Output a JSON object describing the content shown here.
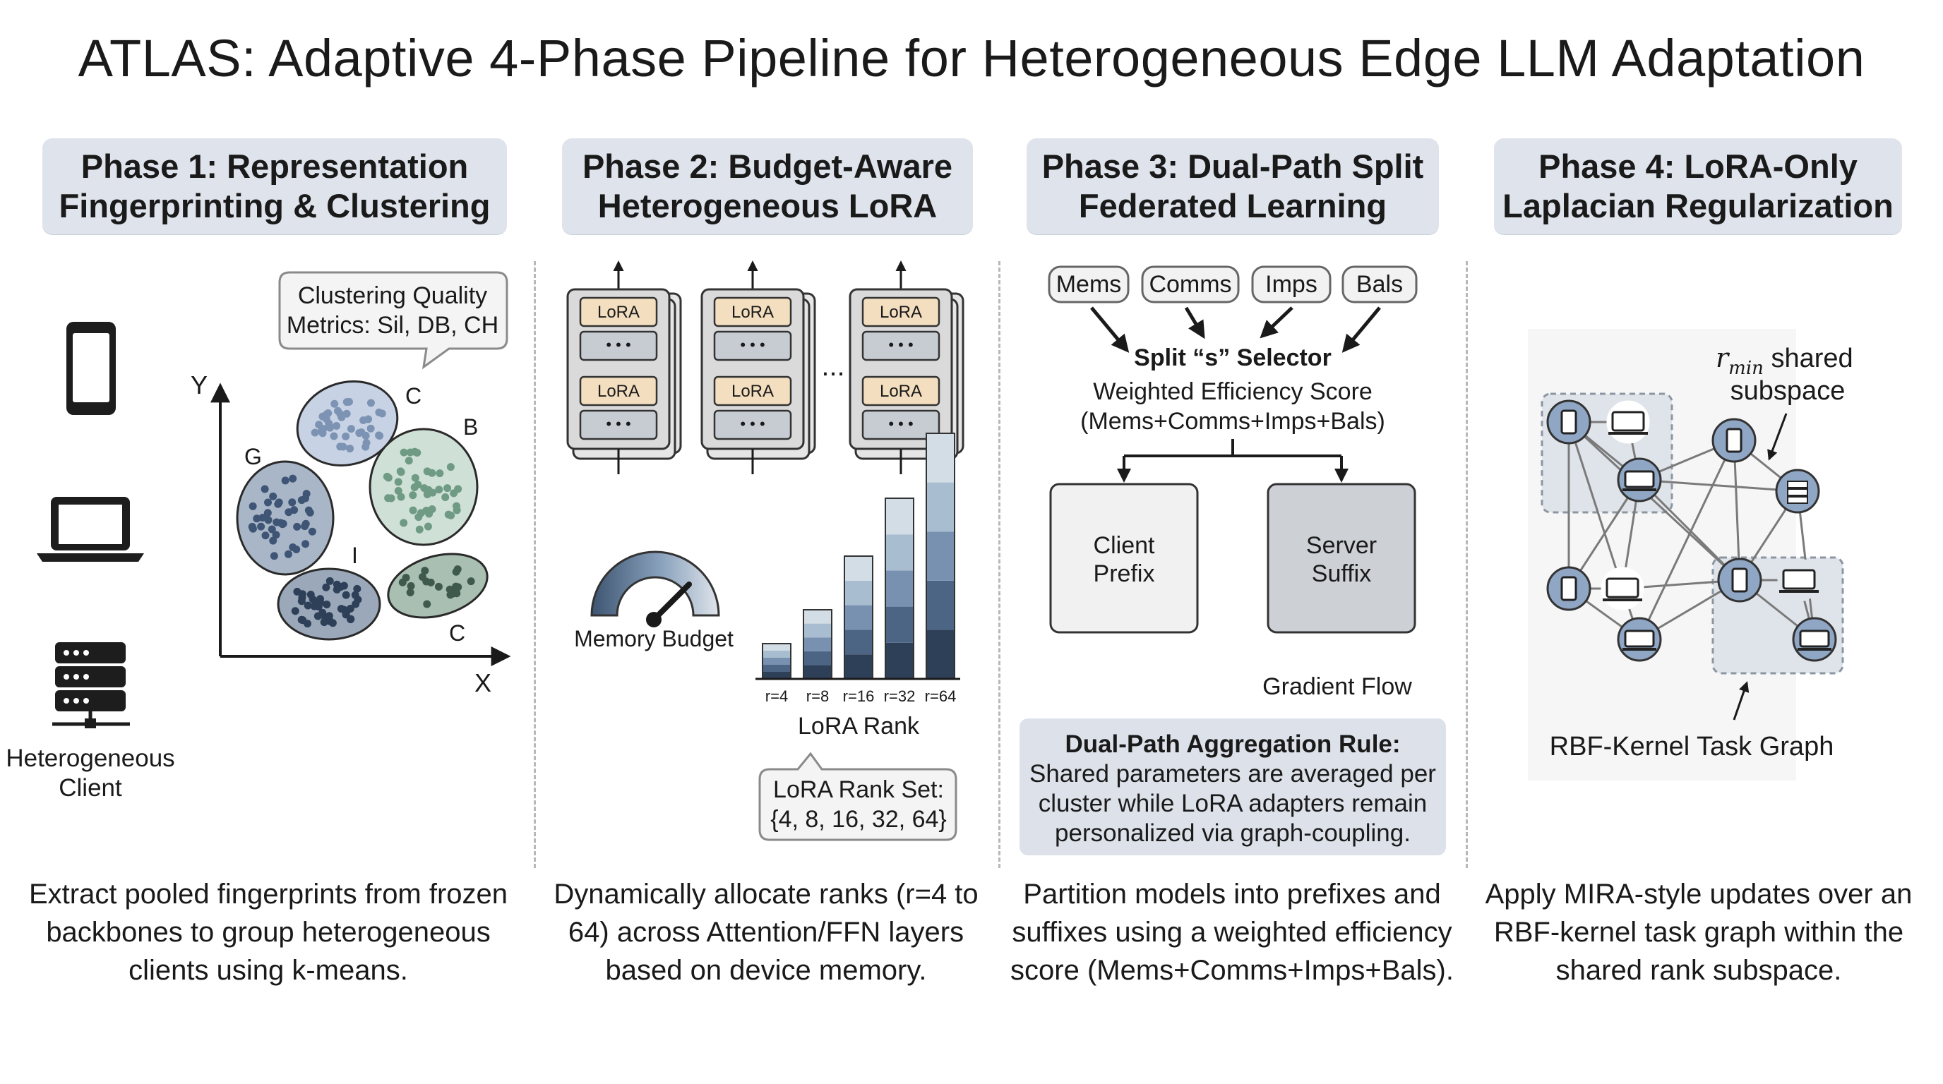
{
  "title": "ATLAS: Adaptive 4-Phase Pipeline for Heterogeneous Edge LLM Adaptation",
  "phases": [
    {
      "header": [
        "Phase 1: Representation",
        "Fingerprinting & Clustering"
      ],
      "caption": [
        "Extract pooled fingerprints from frozen",
        "backbones to group heterogeneous",
        "clients using k-means."
      ]
    },
    {
      "header": [
        "Phase 2: Budget-Aware",
        "Heterogeneous LoRA"
      ],
      "caption": [
        "Dynamically allocate ranks (r=4 to",
        "64) across Attention/FFN layers",
        "based on device memory."
      ]
    },
    {
      "header": [
        "Phase 3: Dual-Path Split",
        "Federated Learning"
      ],
      "caption": [
        "Partition models into prefixes and",
        "suffixes using a weighted efficiency",
        "score (Mems+Comms+Imps+Bals)."
      ]
    },
    {
      "header": [
        "Phase 4: LoRA-Only",
        "Laplacian Regularization"
      ],
      "caption": [
        "Apply MIRA-style updates over an",
        "RBF-kernel task graph within the",
        "shared rank subspace."
      ]
    }
  ],
  "phase1": {
    "client_label": [
      "Heterogeneous",
      "Client"
    ],
    "device_icons": [
      "smartphone-icon",
      "laptop-icon",
      "server-icon"
    ],
    "axis_y": "Y",
    "axis_x": "X",
    "callout": [
      "Clustering Quality",
      "Metrics: Sil, DB, CH"
    ],
    "cluster_labels": [
      "C",
      "B",
      "G",
      "I",
      "C"
    ]
  },
  "phase2": {
    "lora_label": "LoRA",
    "ellipsis": "...",
    "gauge_label": "Memory Budget",
    "rank_ticks": [
      "r=4",
      "r=8",
      "r=16",
      "r=32",
      "r=64"
    ],
    "rank_axis_label": "LoRA Rank",
    "rank_set": [
      "LoRA Rank Set:",
      "{4, 8, 16, 32, 64}"
    ]
  },
  "phase3": {
    "chips": [
      "Mems",
      "Comms",
      "Imps",
      "Bals"
    ],
    "selector": "Split “s” Selector",
    "score": [
      "Weighted Efficiency Score",
      "(Mems+Comms+Imps+Bals)"
    ],
    "client_box": [
      "Client",
      "Prefix"
    ],
    "server_box": [
      "Server",
      "Suffix"
    ],
    "gradient_flow": "Gradient Flow",
    "rule_title": "Dual-Path Aggregation Rule:",
    "rule_text": [
      "Shared parameters are averaged per",
      "cluster while LoRA adapters remain",
      "personalized via graph-coupling."
    ]
  },
  "phase4": {
    "rmin_symbol": "r",
    "rmin_sub": "min",
    "rmin_rest": " shared",
    "rmin_line2": "subspace",
    "graph_label": "RBF-Kernel Task Graph"
  },
  "colors": {
    "header_bg": "#dfe4ec",
    "lora_fill": "#f3dfbf",
    "cluster_blue": "#c7d3e4",
    "cluster_green": "#cfe0d6",
    "cluster_slate": "#a9b6c7",
    "node_fill": "#8fa6c4"
  }
}
